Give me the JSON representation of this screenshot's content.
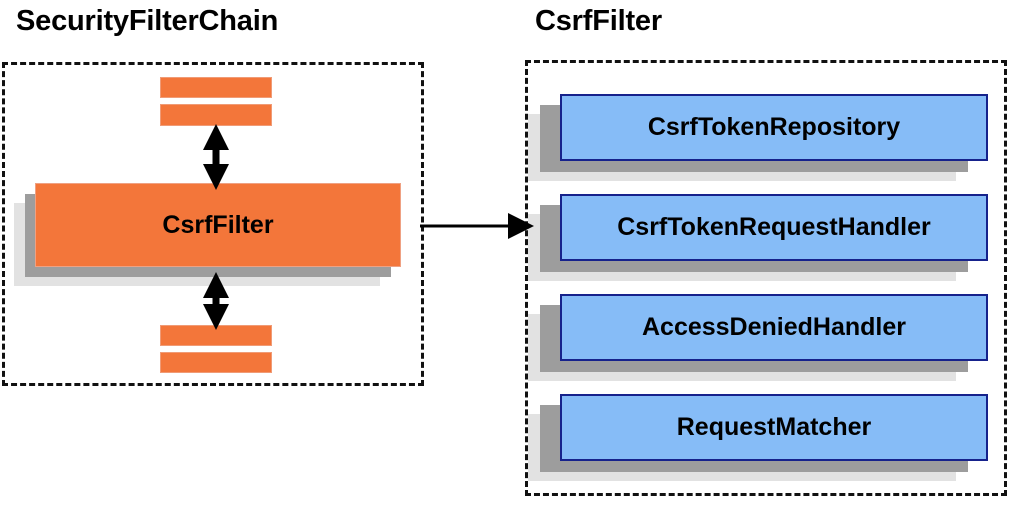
{
  "panels": [
    {
      "title": "SecurityFilterChain",
      "main_node": "CsrfFilter",
      "stub_bars": 4
    },
    {
      "title": "CsrfFilter",
      "items": [
        "CsrfTokenRepository",
        "CsrfTokenRequestHandler",
        "AccessDeniedHandler",
        "RequestMatcher"
      ]
    }
  ],
  "colors": {
    "orange_fill": "#F3763A",
    "orange_border": "#EFA183",
    "blue_fill": "#86BCF7",
    "blue_border": "#16228C",
    "shadow_near": "#9D9D9D",
    "shadow_far": "#E2E2E2",
    "outline_dash": "#111111",
    "arrow": "#000000",
    "text": "#000000"
  },
  "arrows": {
    "chain_up": "double-headed-vertical-arrow",
    "chain_down": "double-headed-vertical-arrow",
    "expand": "single-headed-right-arrow"
  }
}
